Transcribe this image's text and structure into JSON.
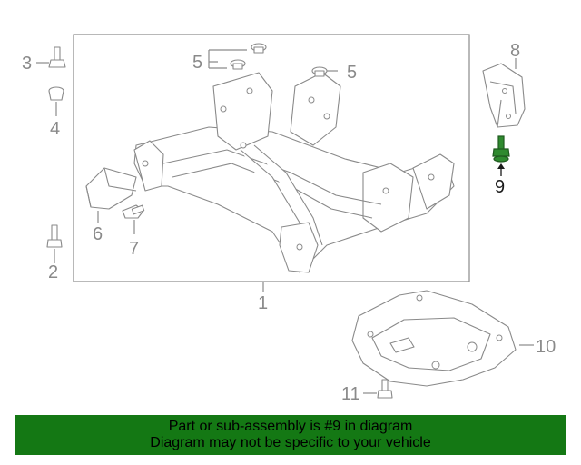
{
  "diagram": {
    "callouts": {
      "c1": "1",
      "c2": "2",
      "c3": "3",
      "c4": "4",
      "c5a": "5",
      "c5b": "5",
      "c6": "6",
      "c7": "7",
      "c8": "8",
      "c9": "9",
      "c10": "10",
      "c11": "11"
    },
    "highlighted_part": "9",
    "highlight_color": "#2f8a2f",
    "line_color": "#8a8a8a"
  },
  "banner": {
    "line1": "Part or sub-assembly is #9 in diagram",
    "line2": "Diagram may not be specific to your vehicle",
    "background": "#147814"
  }
}
